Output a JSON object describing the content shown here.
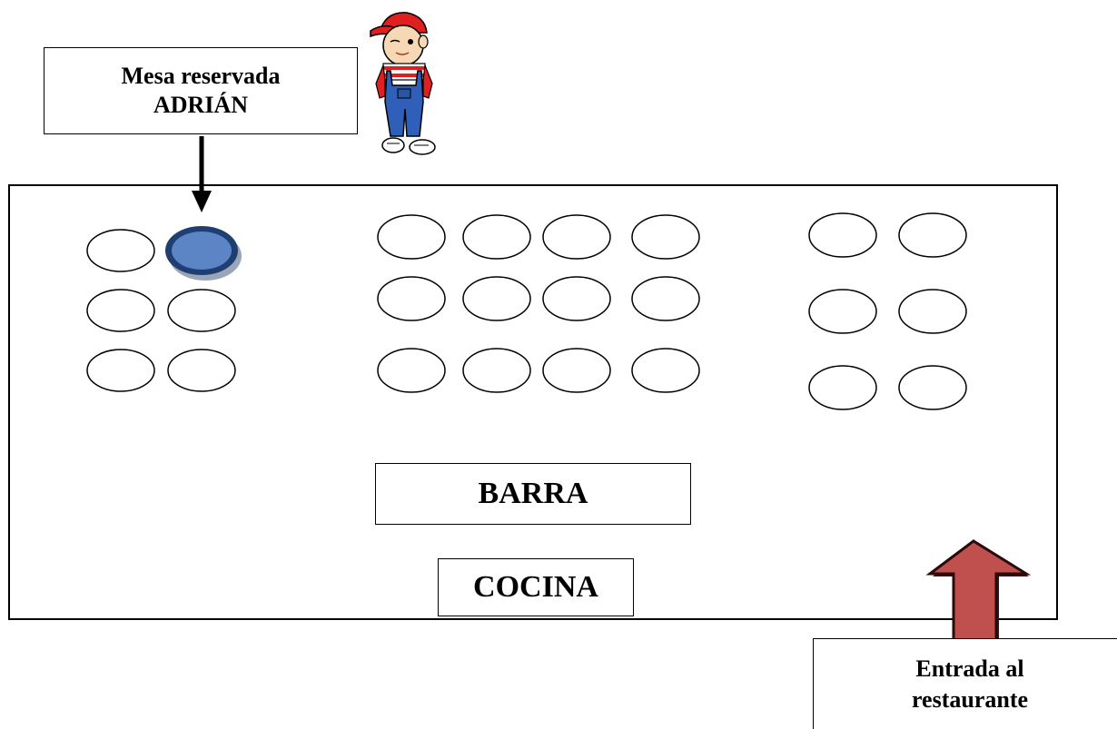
{
  "callout": {
    "line1": "Mesa reservada",
    "line2": "ADRIÁN"
  },
  "barra": {
    "label": "BARRA"
  },
  "cocina": {
    "label": "COCINA"
  },
  "entrance": {
    "line1": "Entrada al",
    "line2": "restaurante"
  },
  "colors": {
    "reserved_fill": "#5b85c4",
    "reserved_stroke": "#1f3f73",
    "entrance_arrow_fill": "#c0504d",
    "entrance_arrow_stroke": "#2a0a0a",
    "line": "#000000"
  },
  "icons": {
    "character": "cartoon-boy-with-red-cap-icon"
  },
  "tables": {
    "left_group_count": 6,
    "center_group_count": 12,
    "right_group_count": 6,
    "reserved_table": "left-group-row1-col2"
  }
}
